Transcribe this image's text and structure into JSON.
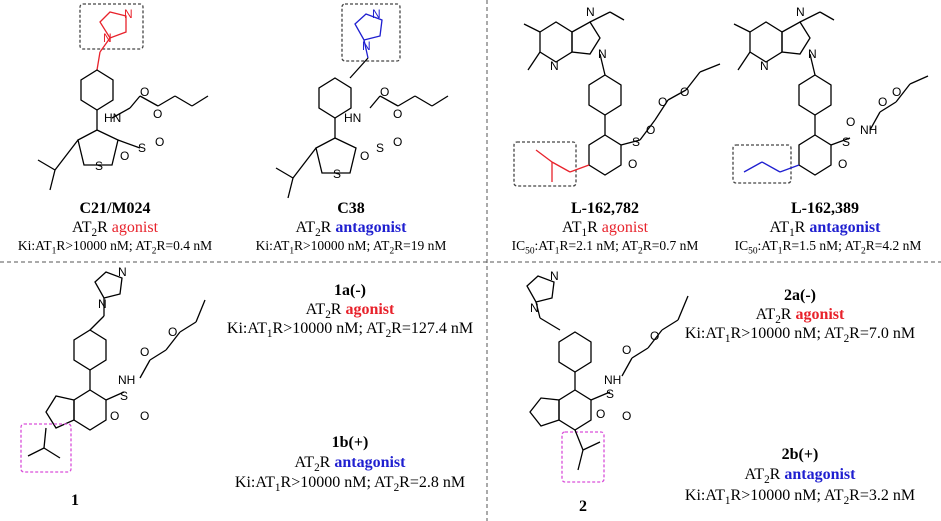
{
  "compounds": {
    "c21": {
      "name": "C21/M024",
      "role_prefix": "AT",
      "role_sub": "2",
      "role_suffix": "R",
      "role": "agonist",
      "ki_prefix": "Ki:AT",
      "ki_sub1": "1",
      "ki_mid": "R>10000 nM; AT",
      "ki_sub2": "2",
      "ki_end": "R=0.4 nM"
    },
    "c38": {
      "name": "C38",
      "role_prefix": "AT",
      "role_sub": "2",
      "role_suffix": "R",
      "role": "antagonist",
      "ki_prefix": "Ki:AT",
      "ki_sub1": "1",
      "ki_mid": "R>10000 nM; AT",
      "ki_sub2": "2",
      "ki_end": "R=19 nM"
    },
    "l782": {
      "name": "L-162,782",
      "role_prefix": "AT",
      "role_sub": "1",
      "role_suffix": "R",
      "role": "agonist",
      "ki_prefix": "IC",
      "ki_sub0": "50",
      "ki_prefix2": ":AT",
      "ki_sub1": "1",
      "ki_mid": "R=2.1 nM; AT",
      "ki_sub2": "2",
      "ki_end": "R=0.7 nM"
    },
    "l389": {
      "name": "L-162,389",
      "role_prefix": "AT",
      "role_sub": "1",
      "role_suffix": "R",
      "role": "antagonist",
      "ki_prefix": "IC",
      "ki_sub0": "50",
      "ki_prefix2": ":AT",
      "ki_sub1": "1",
      "ki_mid": "R=1.5 nM; AT",
      "ki_sub2": "2",
      "ki_end": "R=4.2 nM"
    },
    "c1a": {
      "name": "1a(-)",
      "role_prefix": "AT",
      "role_sub": "2",
      "role_suffix": "R",
      "role": "agonist",
      "ki_prefix": "Ki:AT",
      "ki_sub1": "1",
      "ki_mid": "R>10000 nM; AT",
      "ki_sub2": "2",
      "ki_end": "R=127.4 nM"
    },
    "c1b": {
      "name": "1b(+)",
      "role_prefix": "AT",
      "role_sub": "2",
      "role_suffix": "R",
      "role": "antagonist",
      "ki_prefix": "Ki:AT",
      "ki_sub1": "1",
      "ki_mid": "R>10000 nM; AT",
      "ki_sub2": "2",
      "ki_end": "R=2.8 nM"
    },
    "c2a": {
      "name": "2a(-)",
      "role_prefix": "AT",
      "role_sub": "2",
      "role_suffix": "R",
      "role": "agonist",
      "ki_prefix": "Ki:AT",
      "ki_sub1": "1",
      "ki_mid": "R>10000 nM; AT",
      "ki_sub2": "2",
      "ki_end": "R=7.0 nM"
    },
    "c2b": {
      "name": "2b(+)",
      "role_prefix": "AT",
      "role_sub": "2",
      "role_suffix": "R",
      "role": "antagonist",
      "ki_prefix": "Ki:AT",
      "ki_sub1": "1",
      "ki_mid": "R>10000 nM; AT",
      "ki_sub2": "2",
      "ki_end": "R=3.2 nM"
    }
  },
  "scaffold_labels": {
    "one": "1",
    "two": "2"
  },
  "atoms": {
    "N": "N",
    "O": "O",
    "S": "S",
    "HN": "HN",
    "NH": "NH"
  },
  "colors": {
    "agonist": "#e8222b",
    "antagonist": "#1f1fd0",
    "highlight_red": "#e8222b",
    "highlight_blue": "#1f1fd0",
    "box_magenta": "#d94fd9",
    "divider": "#555555"
  }
}
